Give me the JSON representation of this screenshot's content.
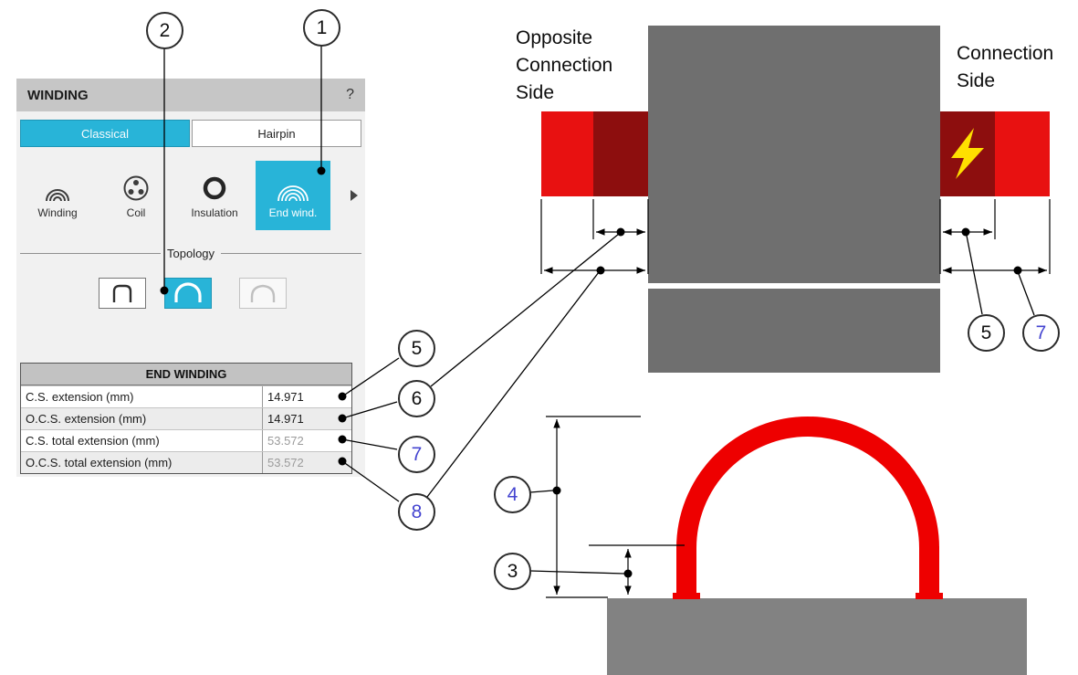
{
  "panel": {
    "title": "WINDING",
    "help_label": "?",
    "tabs": [
      {
        "label": "Classical",
        "selected": true
      },
      {
        "label": "Hairpin",
        "selected": false
      }
    ],
    "toolbar": [
      {
        "label": "Winding",
        "icon": "winding-icon",
        "selected": false
      },
      {
        "label": "Coil",
        "icon": "coil-icon",
        "selected": false
      },
      {
        "label": "Insulation",
        "icon": "insulation-icon",
        "selected": false
      },
      {
        "label": "End wind.",
        "icon": "end-winding-icon",
        "selected": true
      }
    ],
    "topology_label": "Topology",
    "end_winding_table": {
      "header": "END WINDING",
      "rows": [
        {
          "label": "C.S. extension (mm)",
          "value": "14.971",
          "editable": true
        },
        {
          "label": "O.C.S. extension (mm)",
          "value": "14.971",
          "editable": true
        },
        {
          "label": "C.S. total extension (mm)",
          "value": "53.572",
          "editable": false
        },
        {
          "label": "O.C.S. total extension (mm)",
          "value": "53.572",
          "editable": false
        }
      ]
    }
  },
  "diagram": {
    "opposite_connection_side_label": "Opposite Connection Side",
    "connection_side_label": "Connection Side"
  },
  "callouts": {
    "c1": "1",
    "c2": "2",
    "c3": "3",
    "c4": "4",
    "c5_table": "5",
    "c6_table": "6",
    "c7_table": "7",
    "c8_table": "8",
    "c5_diagram": "5",
    "c7_diagram": "7"
  },
  "colors": {
    "accent_cyan": "#28b4d8",
    "bright_red": "#e81111",
    "dark_red": "#8d0e0e",
    "arc_red": "#ee0000",
    "lamination_gray": "#6f6f6f",
    "slab_gray": "#828282",
    "bolt_yellow": "#ffdf00",
    "callout_blue": "#4444d0",
    "readonly_text": "#9b9b9b"
  }
}
